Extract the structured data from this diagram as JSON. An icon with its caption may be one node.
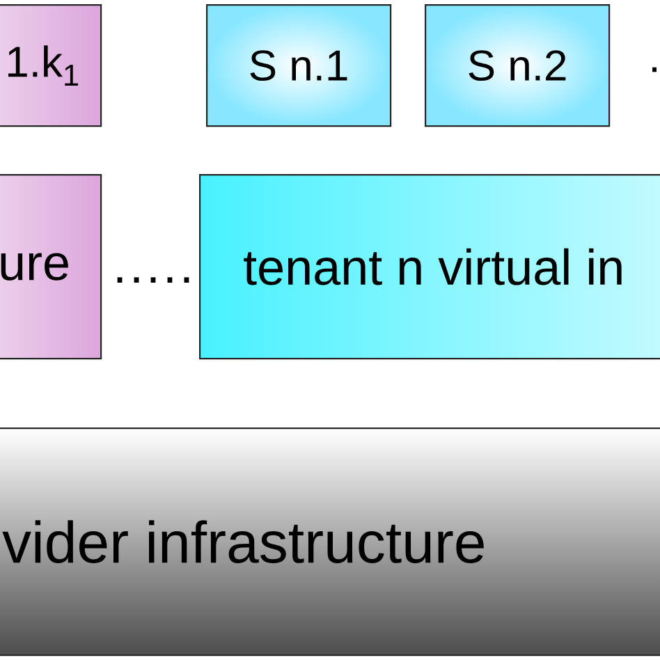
{
  "diagram": {
    "nodes": [
      {
        "text": [
          "1.k$_{1}$"
        ]
      },
      {
        "text": [
          "S n.1"
        ]
      },
      {
        "text": [
          "S n.2"
        ]
      },
      {
        "text": [
          "ure"
        ]
      },
      {
        "text": [
          "tenant n virtual in"
        ]
      },
      {
        "text": [
          "vider infrastructure"
        ]
      }
    ],
    "labels": [
      ".",
      "·····"
    ]
  }
}
